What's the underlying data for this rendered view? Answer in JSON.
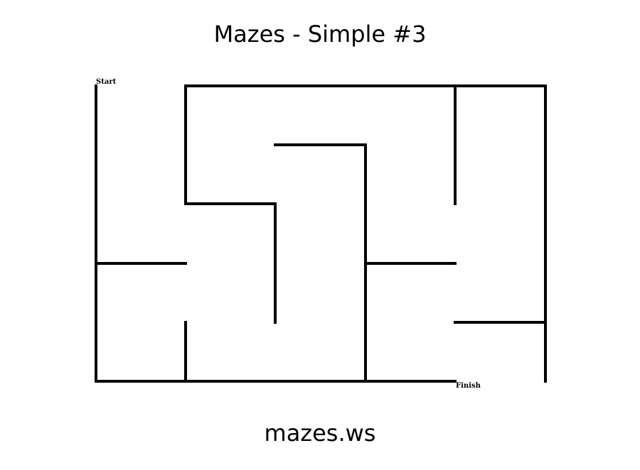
{
  "page": {
    "title": "Mazes - Simple #3",
    "footer": "mazes.ws"
  },
  "maze": {
    "start_label": "Start",
    "finish_label": "Finish",
    "wall_color": "#000000",
    "grid": {
      "cols": 5,
      "rows": 5
    }
  }
}
